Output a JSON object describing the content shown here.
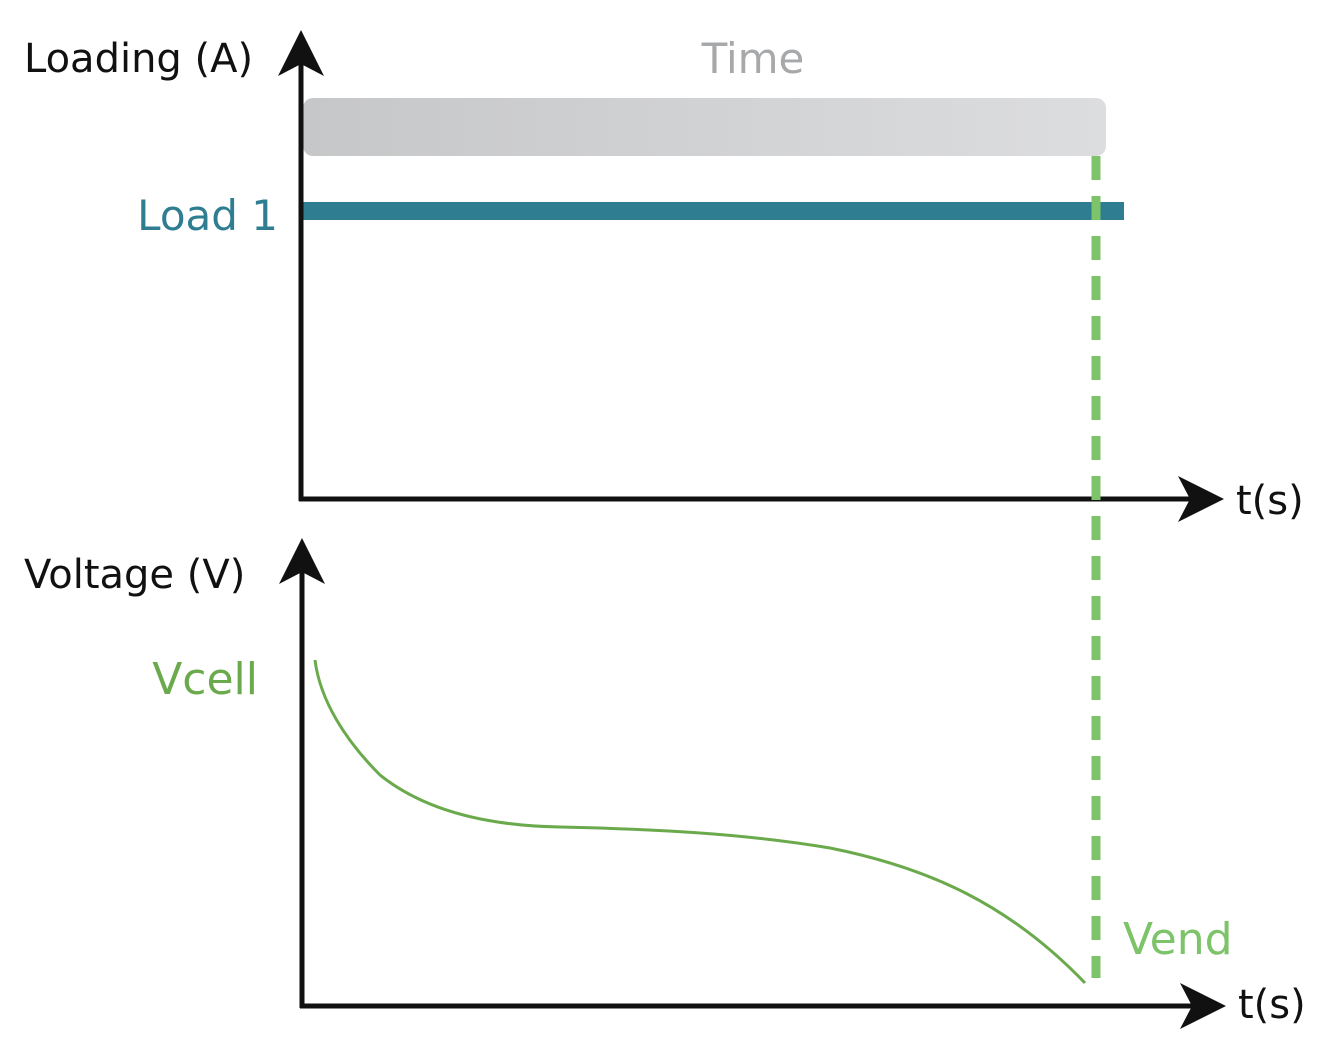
{
  "diagram": {
    "top_panel": {
      "y_axis_label": "Loading (A)",
      "x_axis_label": "t(s)",
      "time_bar_label": "Time",
      "load_label": "Load 1"
    },
    "bottom_panel": {
      "y_axis_label": "Voltage (V)",
      "x_axis_label": "t(s)",
      "start_label": "Vcell",
      "end_label": "Vend"
    },
    "colors": {
      "axis": "#111111",
      "time_bar_start": "#c6c7c8",
      "time_bar_end": "#dcdddf",
      "time_text": "#a7a8aa",
      "load": "#2e7d90",
      "voltage_curve": "#6aaa4c",
      "end_marker": "#7cc36a",
      "end_text": "#7cc36a"
    }
  }
}
